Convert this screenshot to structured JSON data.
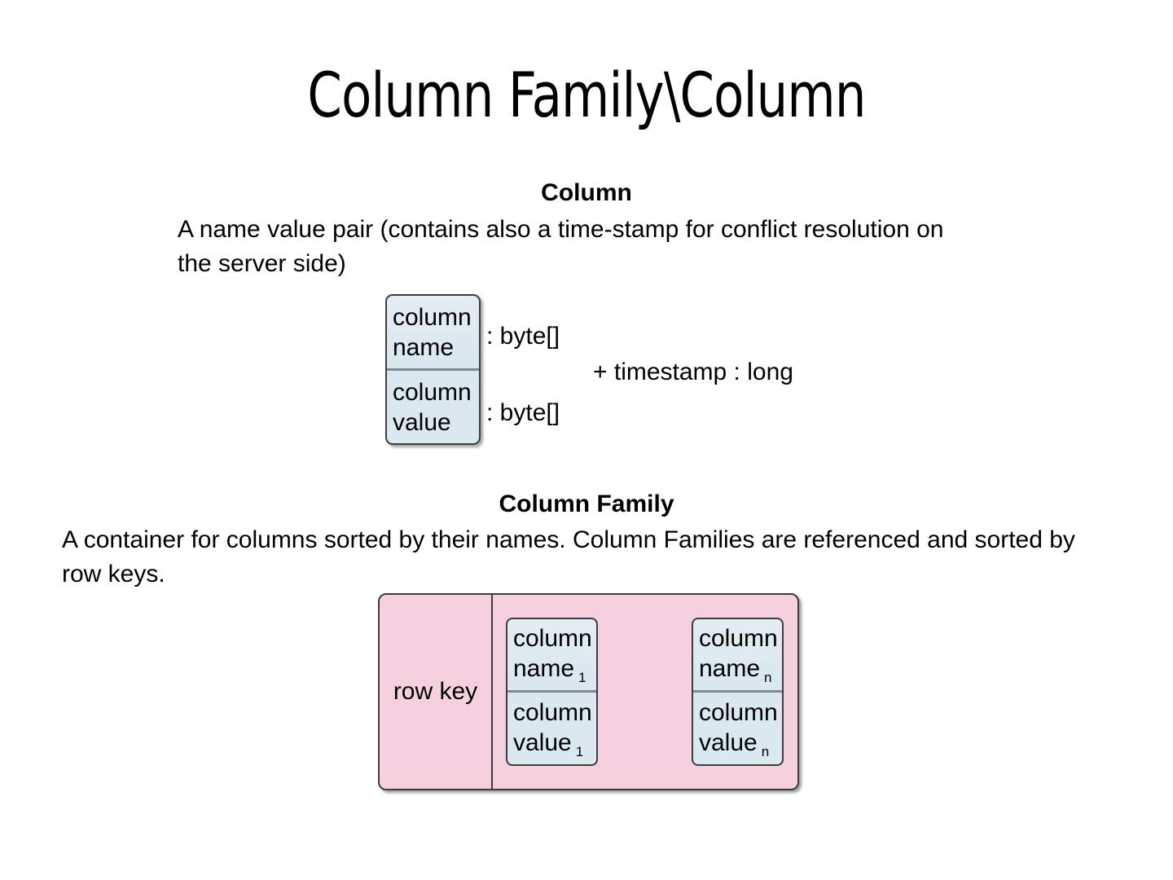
{
  "slide": {
    "title": "Column Family\\Column"
  },
  "column_section": {
    "heading": "Column",
    "description": "A name value pair (contains also a time-stamp for conflict resolution on the server side)",
    "diagram": {
      "name_cell": {
        "line1": "column",
        "line2": "name"
      },
      "value_cell": {
        "line1": "column",
        "line2": "value"
      },
      "annotations": {
        "name_type": ": byte[]",
        "value_type": ": byte[]",
        "timestamp": "+ timestamp : long"
      }
    }
  },
  "column_family_section": {
    "heading": "Column Family",
    "description": "A container for columns sorted by their names. Column Families are referenced and sorted by row keys.",
    "diagram": {
      "row_key_label": "row key",
      "columns": [
        {
          "subscript": "1",
          "name_cell": {
            "line1": "column",
            "line2": "name"
          },
          "value_cell": {
            "line1": "column",
            "line2": "value"
          }
        },
        {
          "subscript": "n",
          "name_cell": {
            "line1": "column",
            "line2": "name"
          },
          "value_cell": {
            "line1": "column",
            "line2": "value"
          }
        }
      ]
    }
  },
  "colors": {
    "background": "#ffffff",
    "text": "#000000",
    "column_box_fill": "#dbe9f0",
    "column_box_border": "#3d3d3d",
    "column_box_divider": "#7d8a91",
    "family_container_fill": "#f5d1df",
    "family_container_border": "#3d3d3d"
  }
}
